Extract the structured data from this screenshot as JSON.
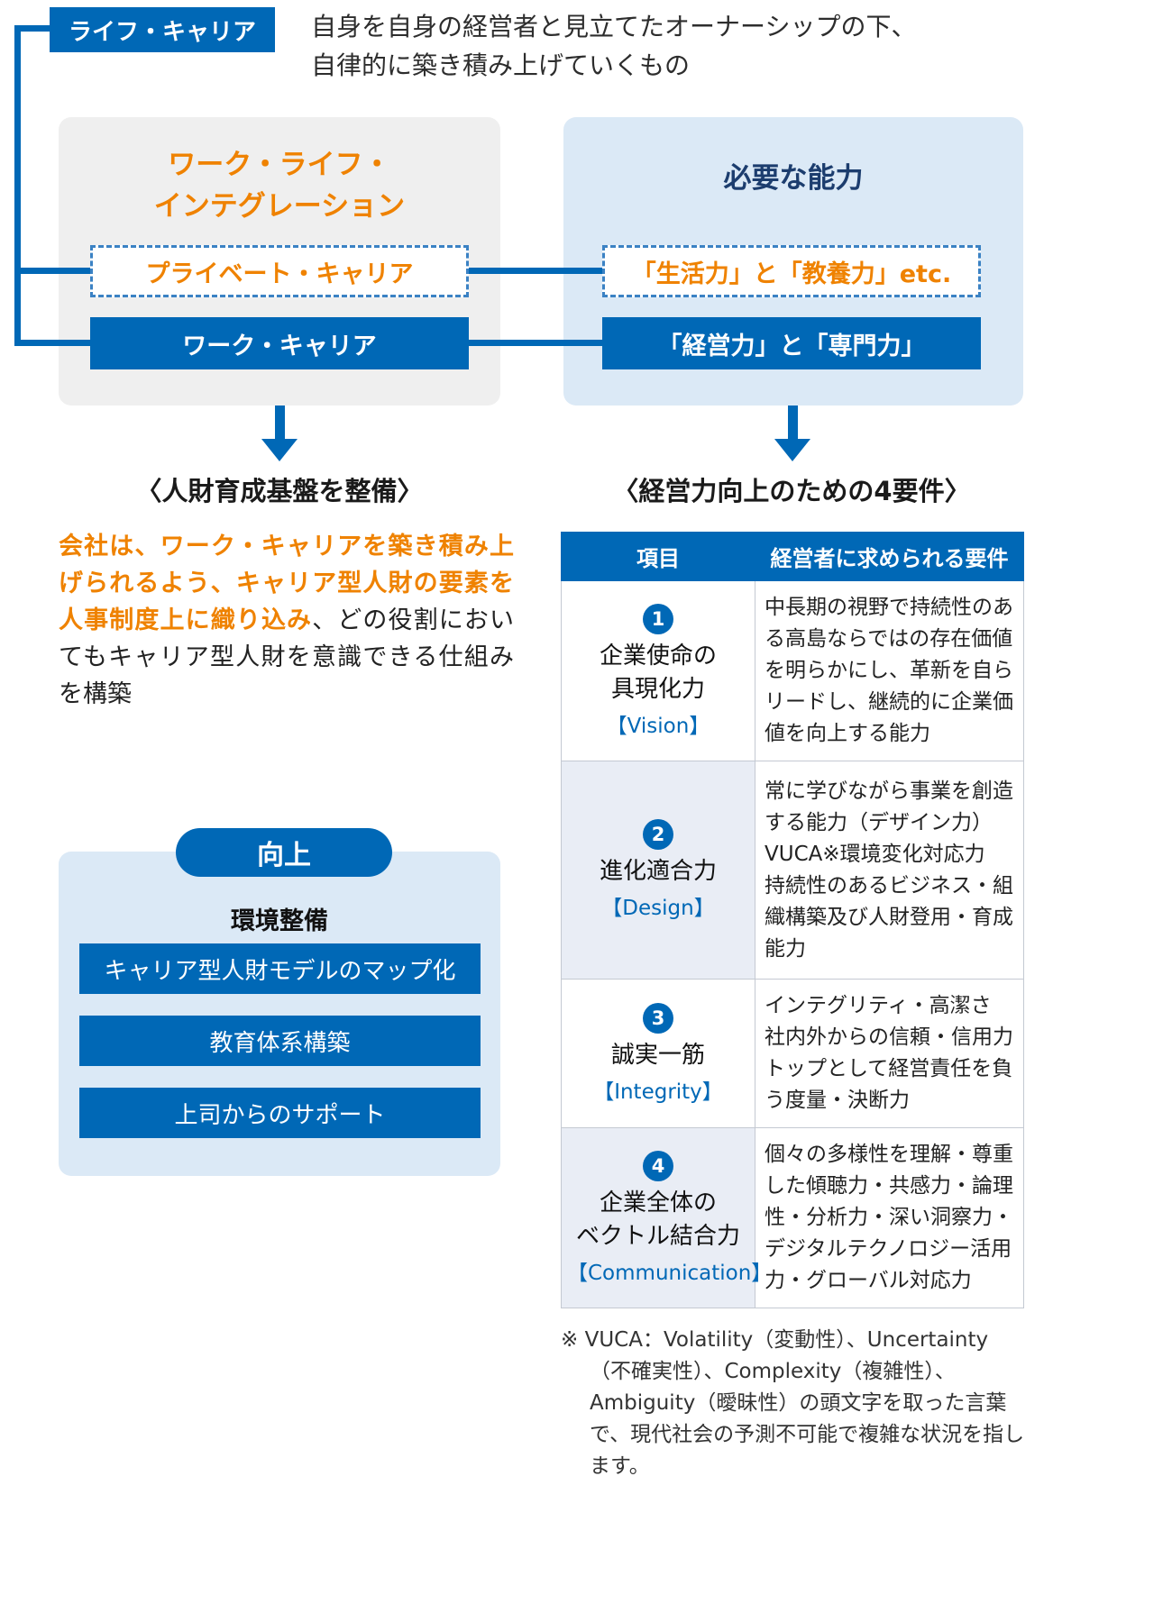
{
  "colors": {
    "blue": "#0068b6",
    "orange": "#ef8200",
    "navy": "#1c3d6e",
    "light_blue_bg": "#dbe9f6",
    "gray_bg": "#efefef",
    "row_alt_bg": "#e9edf5"
  },
  "life_career": {
    "label": "ライフ・キャリア",
    "description": "自身を自身の経営者と見立てたオーナーシップの下、\n自律的に築き積み上げていくもの"
  },
  "work_life_panel": {
    "title": "ワーク・ライフ・\nインテグレーション",
    "private_career": "プライベート・キャリア",
    "work_career": "ワーク・キャリア"
  },
  "ability_panel": {
    "title": "必要な能力",
    "life_culture": "「生活力」と「教養力」etc.",
    "management_specialty": "「経営力」と「専門力」"
  },
  "hr_foundation": {
    "heading": "〈人財育成基盤を整備〉",
    "highlight": "会社は、ワーク・キャリアを築き積み上げられるよう、キャリア型人財の要素を人事制度上に織り込み",
    "rest": "、どの役割においてもキャリア型人財を意識できる仕組みを構築"
  },
  "requirements": {
    "heading": "〈経営力向上のための4要件〉",
    "columns": {
      "item": "項目",
      "requirement": "経営者に求められる要件"
    },
    "rows": [
      {
        "number": "1",
        "name": "企業使命の\n具現化力",
        "tag": "【Vision】",
        "description": "中長期の視野で持続性のある高島ならではの存在価値を明らかにし、革新を自らリードし、継続的に企業価値を向上する能力"
      },
      {
        "number": "2",
        "name": "進化適合力",
        "tag": "【Design】",
        "description": "常に学びながら事業を創造する能力（デザイン力）\nVUCA※環境変化対応力\n持続性のあるビジネス・組織構築及び人財登用・育成能力"
      },
      {
        "number": "3",
        "name": "誠実一筋",
        "tag": "【Integrity】",
        "description": "インテグリティ・高潔さ\n社内外からの信頼・信用力\nトップとして経営責任を負う度量・決断力"
      },
      {
        "number": "4",
        "name": "企業全体の\nベクトル結合力",
        "tag": "【Communication】",
        "description": "個々の多様性を理解・尊重した傾聴力・共感力・論理性・分析力・深い洞察力・デジタルテクノロジー活用力・グローバル対応力"
      }
    ],
    "footnote": "※ VUCA：Volatility（変動性）、Uncertainty（不確実性）、Complexity（複雑性）、Ambiguity（曖昧性）の頭文字を取った言葉で、現代社会の予測不可能で複雑な状況を指します。"
  },
  "improvement": {
    "pill": "向上",
    "subtitle": "環境整備",
    "items": [
      "キャリア型人財モデルのマップ化",
      "教育体系構築",
      "上司からのサポート"
    ]
  }
}
